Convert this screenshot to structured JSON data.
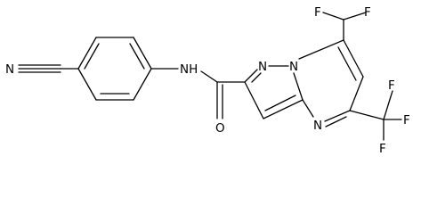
{
  "diagram": {
    "type": "chemical-structure",
    "atom_labels": {
      "nitrile_n": "N",
      "amide_nh": "NH",
      "carbonyl_o": "O",
      "ring_n1": "N",
      "ring_n7": "N",
      "ring_n4": "N",
      "f_top_left": "F",
      "f_top_right": "F",
      "f_bottom_top": "F",
      "f_bottom_right": "F",
      "f_bottom_low": "F"
    }
  }
}
